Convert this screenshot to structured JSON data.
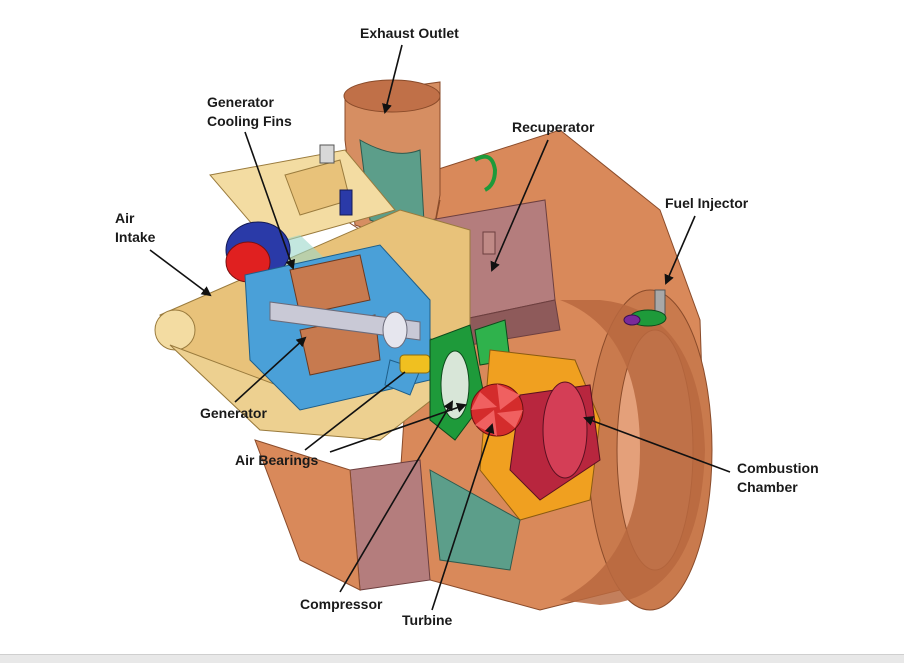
{
  "labels": {
    "exhaust_outlet": "Exhaust Outlet",
    "generator_cooling_fins_line1": "Generator",
    "generator_cooling_fins_line2": "Cooling Fins",
    "recuperator": "Recuperator",
    "air_intake_line1": "Air",
    "air_intake_line2": "Intake",
    "fuel_injector": "Fuel Injector",
    "generator": "Generator",
    "air_bearings": "Air Bearings",
    "combustion_chamber_line1": "Combustion",
    "combustion_chamber_line2": "Chamber",
    "compressor": "Compressor",
    "turbine": "Turbine"
  },
  "colors": {
    "housing_copper": "#d9895a",
    "housing_dark": "#b8683f",
    "intake_tan": "#e8c27a",
    "intake_light": "#f3dca2",
    "generator_blue": "#4aa0d8",
    "generator_shaft": "#c9c9d6",
    "coil_copper": "#c77a4f",
    "recuperator_mauve": "#b47d7d",
    "teal_panel": "#5c9e8a",
    "combustor_red": "#b8263e",
    "combustor_orange": "#f0a020",
    "compressor_green": "#1e9a3a",
    "turbine_red": "#d42c2c",
    "cap_blue": "#2a3aa8",
    "cap_red": "#e02020"
  }
}
